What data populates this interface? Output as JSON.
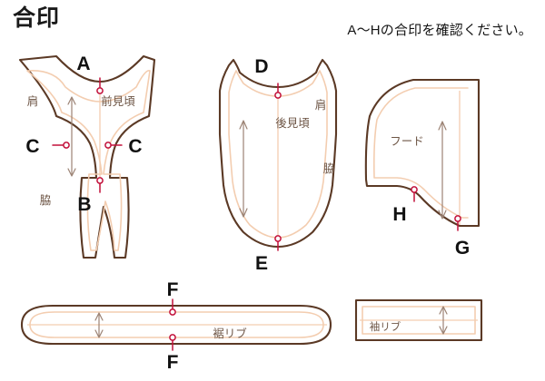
{
  "header": {
    "title": "合印",
    "subtitle": "A〜Hの合印を確認ください。"
  },
  "colors": {
    "cut_line": "#5b3925",
    "seam_line": "#f3cdb0",
    "mark": "#c2103a",
    "label_text": "#6e5646",
    "letter_text": "#111111",
    "background": "#ffffff"
  },
  "pieces": [
    {
      "id": "front-body",
      "name": "前見頃",
      "labels": {
        "shoulder": "肩",
        "body": "前見頃",
        "side": "脇"
      },
      "marks": [
        "A",
        "B",
        "C",
        "C"
      ]
    },
    {
      "id": "back-body",
      "name": "後見頃",
      "labels": {
        "shoulder": "肩",
        "body": "後見頃",
        "side": "脇"
      },
      "marks": [
        "D",
        "E"
      ]
    },
    {
      "id": "hood",
      "name": "フード",
      "labels": {
        "body": "フード"
      },
      "marks": [
        "G",
        "H"
      ]
    },
    {
      "id": "hem-rib",
      "name": "裾リブ",
      "labels": {
        "body": "裾リブ"
      },
      "marks": [
        "F",
        "F"
      ]
    },
    {
      "id": "sleeve-rib",
      "name": "袖リブ",
      "labels": {
        "body": "袖リブ"
      },
      "marks": []
    }
  ],
  "marks": {
    "a": "A",
    "b": "B",
    "c_left": "C",
    "c_right": "C",
    "d": "D",
    "e": "E",
    "f_top": "F",
    "f_bottom": "F",
    "g": "G",
    "h": "H"
  },
  "labels": {
    "front_shoulder": "肩",
    "front_body": "前見頃",
    "front_side": "脇",
    "back_shoulder": "肩",
    "back_body": "後見頃",
    "back_side": "脇",
    "hood_body": "フード",
    "hem_rib": "裾リブ",
    "sleeve_rib": "袖リブ"
  }
}
